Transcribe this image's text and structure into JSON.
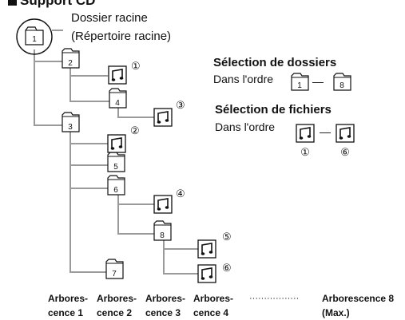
{
  "heading": "Support CD",
  "root": {
    "line1": "Dossier racine",
    "line2": "(Répertoire racine)"
  },
  "folders": [
    "1",
    "2",
    "3",
    "4",
    "5",
    "6",
    "7",
    "8"
  ],
  "files": [
    "①",
    "②",
    "③",
    "④",
    "⑤",
    "⑥"
  ],
  "legend": {
    "folder_title": "Sélection de dossiers",
    "folder_prefix": "Dans l'ordre",
    "folder_from": "1",
    "folder_to": "8",
    "file_title": "Sélection de fichiers",
    "file_prefix": "Dans l'ordre",
    "file_from": "①",
    "file_to": "⑥",
    "dash": "—"
  },
  "levels": [
    {
      "line1": "Arbores-",
      "line2": "cence 1"
    },
    {
      "line1": "Arbores-",
      "line2": "cence 2"
    },
    {
      "line1": "Arbores-",
      "line2": "cence 3"
    },
    {
      "line1": "Arbores-",
      "line2": "cence 4"
    },
    {
      "line1": "Arborescence 8",
      "line2": "(Max.)"
    }
  ],
  "levels_dots": "·················"
}
